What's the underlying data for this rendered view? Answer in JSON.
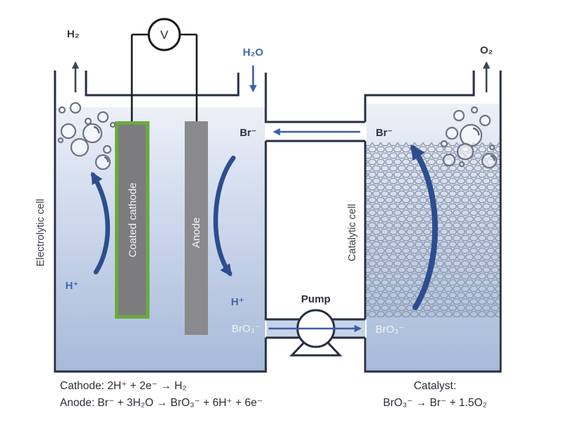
{
  "figure": {
    "type": "schematic-diagram",
    "subject": "Decoupled water electrolysis with bromide/bromate mediator: electrolytic cell coupled to catalytic cell"
  },
  "gases": {
    "h2": "H₂",
    "h2o": "H₂O",
    "o2": "O₂"
  },
  "voltmeter": {
    "label": "V"
  },
  "cells": {
    "electrolytic_label": "Electrolytic cell",
    "catalytic_label": "Catalytic cell",
    "cathode_label": "Coated cathode",
    "anode_label": "Anode"
  },
  "species": {
    "br_electrolytic": "Br⁻",
    "br_catalytic": "Br⁻",
    "h_cathode": "H⁺",
    "h_anode": "H⁺",
    "bro3_electrolytic": "BrO₃⁻",
    "bro3_catalytic": "BrO₃⁻"
  },
  "pump": {
    "label": "Pump"
  },
  "reactions": {
    "cathode": "Cathode: 2H⁺ + 2e⁻ → H₂",
    "anode": "Anode: Br⁻ + 3H₂O → BrO₃⁻ + 6H⁺ + 6e⁻",
    "catalyst_title": "Catalyst:",
    "catalyst_eq": "BrO₃⁻ → Br⁻ + 1.5O₂"
  },
  "colors": {
    "liquid_top": "#edf0f7",
    "liquid_bottom": "#a6bad9",
    "cell_outline": "#262f42",
    "flow_arrow_blue": "#3a5fa5",
    "curved_arrow_blue": "#2d4d8f",
    "chemical_label_blue": "#3c68b2",
    "electrode_gray": "#828286",
    "cathode_coating_green": "#6aaa3f",
    "mesh_gray": "#8a93a4",
    "pipe_fill": "#c6d4e9",
    "text_dark": "#2b2f38"
  }
}
